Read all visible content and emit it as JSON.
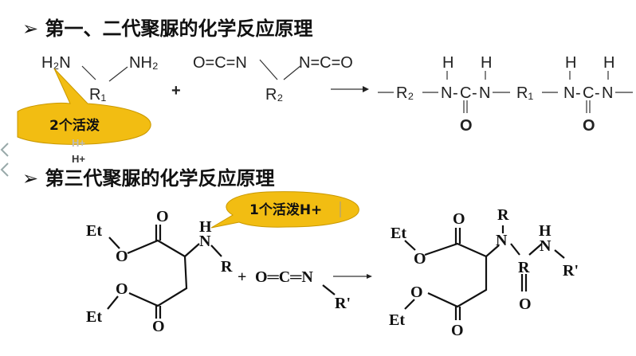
{
  "slide": {
    "heading1": "第一、二代聚脲的化学反应原理",
    "heading2": "第三代聚脲的化学反应原理",
    "bullet": "➢",
    "callout1": {
      "text": "2个活泼",
      "ghost1": "H+",
      "ghost2": "H+",
      "color": "#F2BD12"
    },
    "callout2": {
      "text": "1个活泼H+",
      "color": "#F2BD12"
    },
    "reaction1": {
      "diamine": {
        "left": "H₂N",
        "right": "NH₂",
        "core": "R₁"
      },
      "plus": "+",
      "diisocyanate": {
        "left": "O=C=N",
        "right": "N=C=O",
        "core": "R₂"
      },
      "product": {
        "r2": "R₂",
        "r1": "R₁",
        "n": "N",
        "c": "C",
        "h": "H",
        "o": "O",
        "hyphen": "-"
      }
    },
    "reaction2": {
      "et": "Et",
      "o": "O",
      "n": "N",
      "h": "H",
      "r": "R",
      "r_prime": "R'",
      "plus": "+",
      "isocyanate": "O═C═N"
    }
  }
}
